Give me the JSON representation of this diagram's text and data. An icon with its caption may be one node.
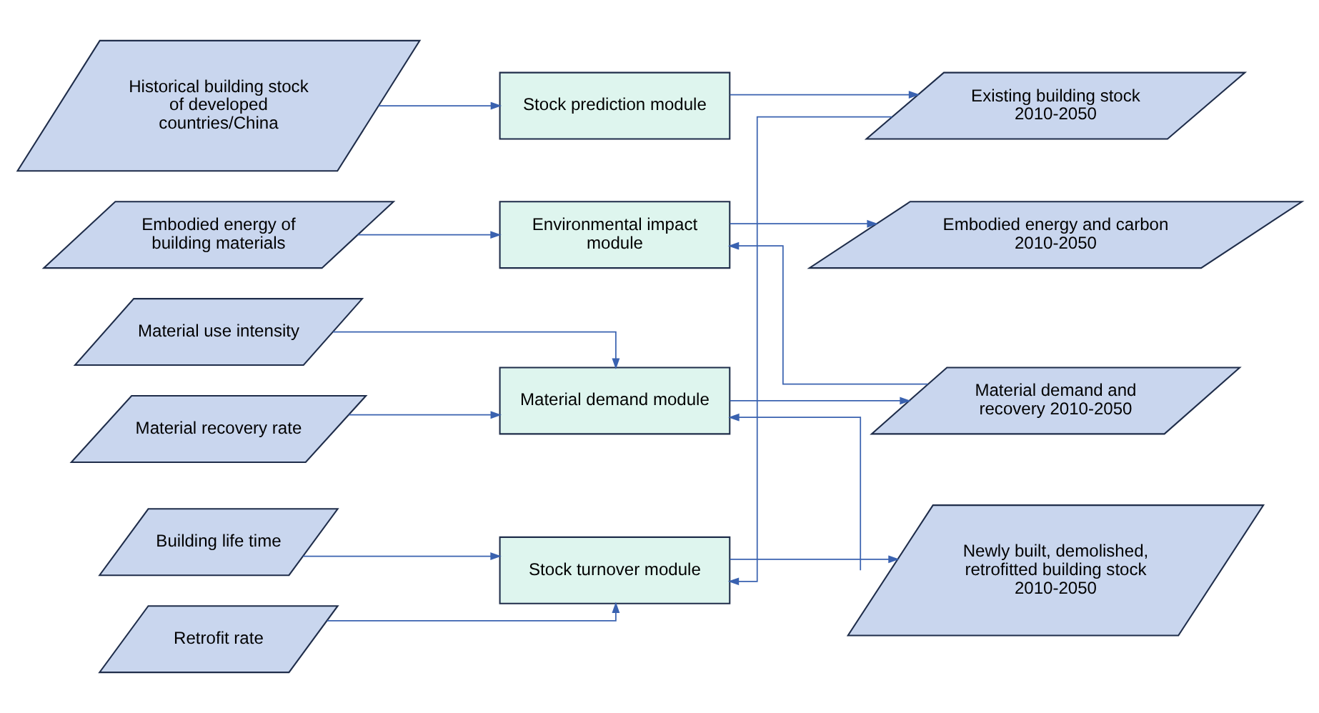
{
  "diagram": {
    "nodes": [
      {
        "text": [
          "Historical building stock of developed countries/China"
        ]
      },
      {
        "text": [
          "Stock prediction module"
        ]
      },
      {
        "text": [
          "Existing building stock 2010-2050"
        ]
      },
      {
        "text": [
          "Building life time"
        ]
      },
      {
        "text": [
          "Retrofit rate"
        ]
      },
      {
        "text": [
          "Stock turnover module"
        ]
      },
      {
        "text": [
          "Newly built, demolished, retrofitted building stock 2010-2050"
        ]
      },
      {
        "text": [
          "Material use intensity"
        ]
      },
      {
        "text": [
          "Material recovery rate"
        ]
      },
      {
        "text": [
          "Material demand module"
        ]
      },
      {
        "text": [
          "Material demand and recovery 2010-2050"
        ]
      },
      {
        "text": [
          "Embodied energy of building materials"
        ]
      },
      {
        "text": [
          "Environmental impact module"
        ]
      },
      {
        "text": [
          "Embodied energy and carbon 2010-2050"
        ]
      }
    ],
    "edges": [
      {
        "from": 0,
        "to": 1,
        "arrow": "to"
      },
      {
        "from": 1,
        "to": 2,
        "arrow": "to"
      },
      {
        "from": 2,
        "to": 5,
        "arrow": "to"
      },
      {
        "from": 3,
        "to": 5,
        "arrow": "to"
      },
      {
        "from": 4,
        "to": 5,
        "arrow": "to"
      },
      {
        "from": 5,
        "to": 6,
        "arrow": "to"
      },
      {
        "from": 6,
        "to": 9,
        "arrow": "to"
      },
      {
        "from": 7,
        "to": 9,
        "arrow": "to"
      },
      {
        "from": 8,
        "to": 9,
        "arrow": "to"
      },
      {
        "from": 9,
        "to": 10,
        "arrow": "to"
      },
      {
        "from": 10,
        "to": 12,
        "arrow": "to"
      },
      {
        "from": 11,
        "to": 12,
        "arrow": "to"
      },
      {
        "from": 12,
        "to": 13,
        "arrow": "to"
      }
    ]
  }
}
